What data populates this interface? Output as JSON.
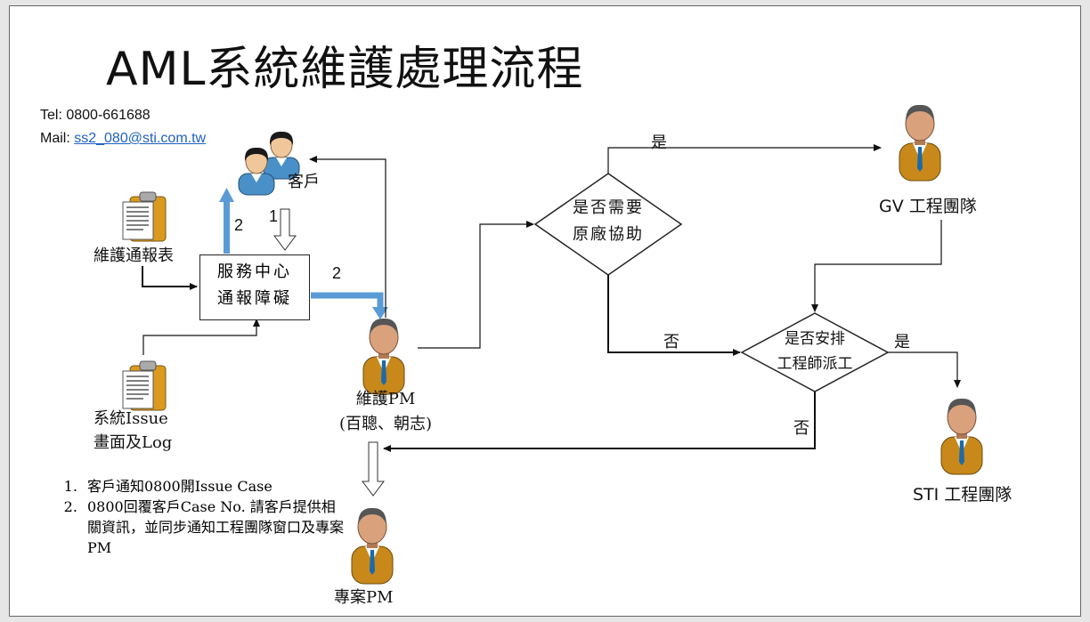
{
  "title": "AML系統維護處理流程",
  "contact": {
    "tel_label": "Tel: ",
    "tel": "0800-661688",
    "mail_label": "Mail: ",
    "mail": "ss2_080@sti.com.tw"
  },
  "nodes": {
    "customer": "客戶",
    "maintenance_form": "維護通報表",
    "service_center": [
      "服務中心",
      "通報障礙"
    ],
    "system_issue": [
      "系統Issue",
      "畫面及Log"
    ],
    "maintenance_pm": [
      "維護PM",
      "(百聰、朝志)"
    ],
    "project_pm": "專案PM",
    "decision_vendor": [
      "是否需要",
      "原廠協助"
    ],
    "decision_engineer": [
      "是否安排",
      "工程師派工"
    ],
    "gv_team": "GV 工程團隊",
    "sti_team": "STI 工程團隊"
  },
  "edge_labels": {
    "step1": "1",
    "step2_up": "2",
    "step2_right": "2",
    "vendor_yes": "是",
    "vendor_no": "否",
    "engineer_yes": "是",
    "engineer_no": "否"
  },
  "notes": [
    "客戶通知0800開Issue Case",
    "0800回覆客戶Case No. 請客戶提供相關資訊，並同步通知工程團隊窗口及專案PM"
  ],
  "colors": {
    "blue_arrow": "#5b9bd5",
    "person_suit": "#c8891a",
    "customer_shirt": "#4a90c8"
  }
}
